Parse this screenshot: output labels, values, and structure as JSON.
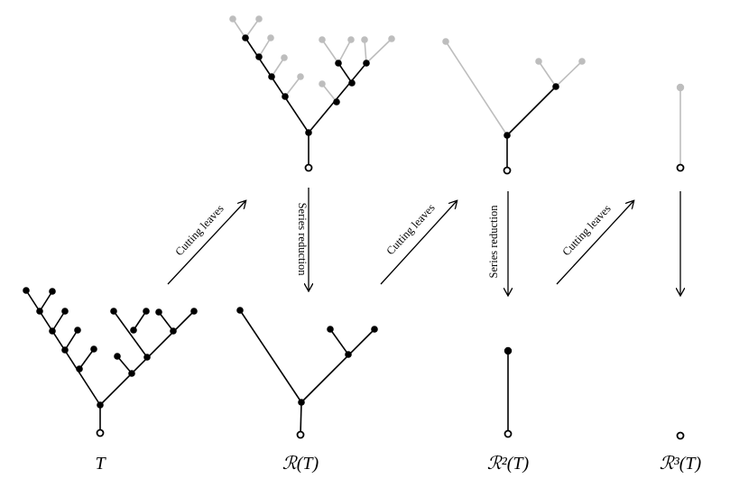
{
  "labels": {
    "tree_T": "T",
    "tree_R1": "ℛ(T)",
    "tree_R2": "ℛ²(T)",
    "tree_R3": "ℛ³(T)"
  },
  "arrows": {
    "cut1": "Cutting leaves",
    "series1": "Series reduction",
    "cut2": "Cutting leaves",
    "series2": "Series reduction",
    "cut3": "Cutting leaves"
  },
  "colors": {
    "black": "#000000",
    "grey": "#bdbdbd"
  }
}
